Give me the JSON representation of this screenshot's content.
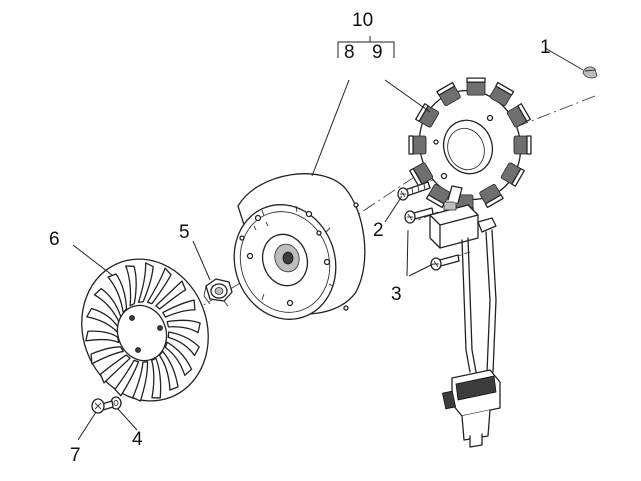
{
  "diagram": {
    "callouts": [
      {
        "id": "1",
        "text": "1"
      },
      {
        "id": "2",
        "text": "2"
      },
      {
        "id": "3",
        "text": "3"
      },
      {
        "id": "4",
        "text": "4"
      },
      {
        "id": "5",
        "text": "5"
      },
      {
        "id": "6",
        "text": "6"
      },
      {
        "id": "7",
        "text": "7"
      },
      {
        "id": "8",
        "text": "8"
      },
      {
        "id": "9",
        "text": "9"
      },
      {
        "id": "10",
        "text": "10"
      }
    ],
    "colors": {
      "ink": "#222222",
      "shade": "#6f6f6f",
      "background": "#ffffff"
    }
  }
}
